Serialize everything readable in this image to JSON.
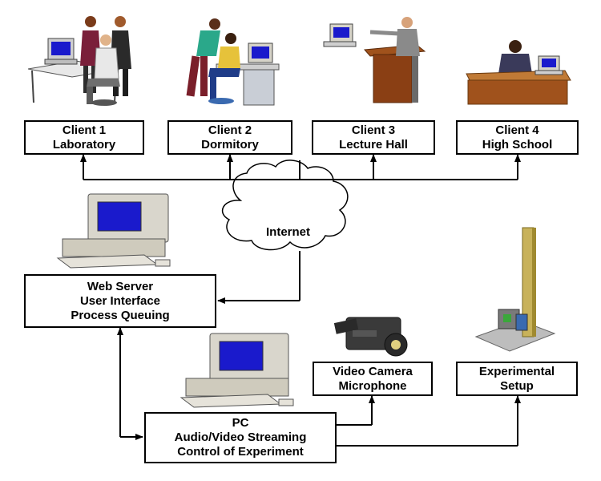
{
  "clients": [
    {
      "line1": "Client 1",
      "line2": "Laboratory"
    },
    {
      "line1": "Client 2",
      "line2": "Dormitory"
    },
    {
      "line1": "Client 3",
      "line2": "Lecture Hall"
    },
    {
      "line1": "Client 4",
      "line2": "High School"
    }
  ],
  "internet": {
    "label": "Internet"
  },
  "web_server": {
    "lines": [
      "Web Server",
      "User Interface",
      "Process Queuing"
    ]
  },
  "pc": {
    "lines": [
      "PC",
      "Audio/Video Streaming",
      "Control of Experiment"
    ]
  },
  "camera": {
    "lines": [
      "Video Camera",
      "Microphone"
    ]
  },
  "experiment": {
    "lines": [
      "Experimental",
      "Setup"
    ]
  },
  "colors": {
    "screen": "#1a1acc",
    "monitor": "#d9d6cc",
    "wood": "#a0521c",
    "column": "#c8b25a"
  }
}
